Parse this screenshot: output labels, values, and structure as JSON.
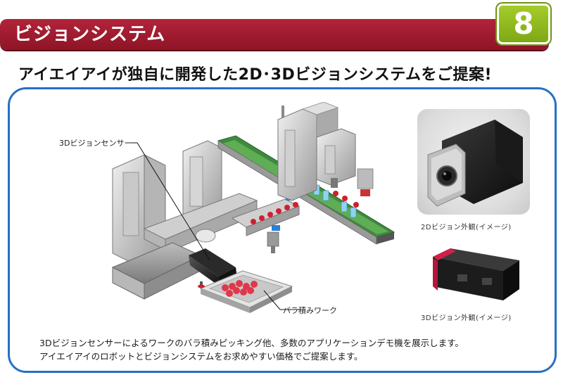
{
  "header": {
    "title": "ビジョンシステム",
    "badge_number": "8",
    "bar_color": "#a31b33",
    "badge_color": "#94bf22"
  },
  "subtitle": "アイエイアイが独自に開発した2D･3Dビジョンシステムをご提案!",
  "panel": {
    "border_color": "#2670c6"
  },
  "diagram": {
    "sensor_label": "3Dビジョンセンサー",
    "workpiece_label": "バラ積みワーク"
  },
  "photos": {
    "camera_2d_caption": "2Dビジョン外観(イメージ)",
    "camera_3d_caption": "3Dビジョン外観(イメージ)"
  },
  "description": {
    "line1": "3Dビジョンセンサーによるワークのバラ積みピッキング他、多数のアプリケーションデモ機を展示します。",
    "line2": "アイエイアイのロボットとビジョンシステムをお求めやすい価格でご提案します。"
  }
}
